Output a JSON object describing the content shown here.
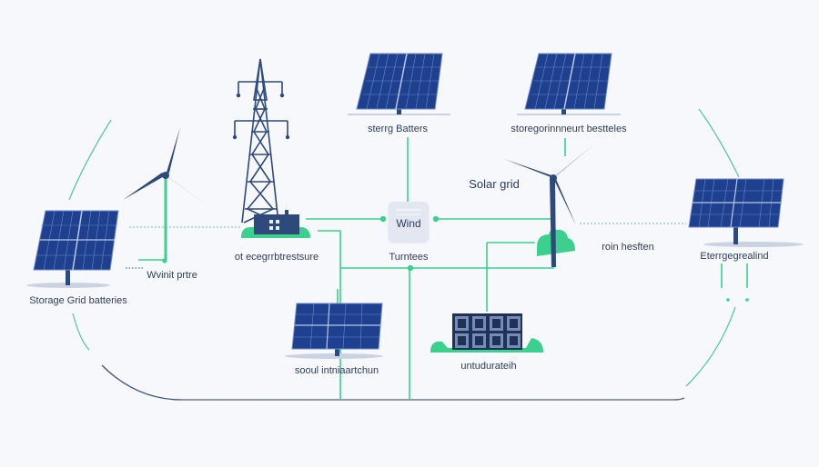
{
  "colors": {
    "background": "#f7f8fb",
    "panel_blue": "#1f3f8f",
    "panel_grid": "#5f7fc4",
    "navy": "#2d4a7a",
    "green": "#3ccf8e",
    "ground_shadow": "#cbd3e3",
    "label_text": "#2f3f57"
  },
  "nodes": {
    "left_panel": {
      "label": "Storage Grid batteries"
    },
    "left_turbine": {
      "label": "Wvinit prtre"
    },
    "tower_building": {
      "label": "ot ecegrrbtrestsure"
    },
    "top_center_panel": {
      "label": "sterrg Batters"
    },
    "top_right_panel": {
      "label": "storegorinnneurt bestteles"
    },
    "center_box": {
      "label": "Wind",
      "caption": "Turntees"
    },
    "center_turbine": {
      "label": "Solar grid"
    },
    "right_mid_text": {
      "label": "roin hesften"
    },
    "right_panel": {
      "label": "Eterrgegrealind"
    },
    "bottom_panel": {
      "label": "sooul intniaartchun"
    },
    "battery_unit": {
      "label": "untudurateih"
    }
  }
}
